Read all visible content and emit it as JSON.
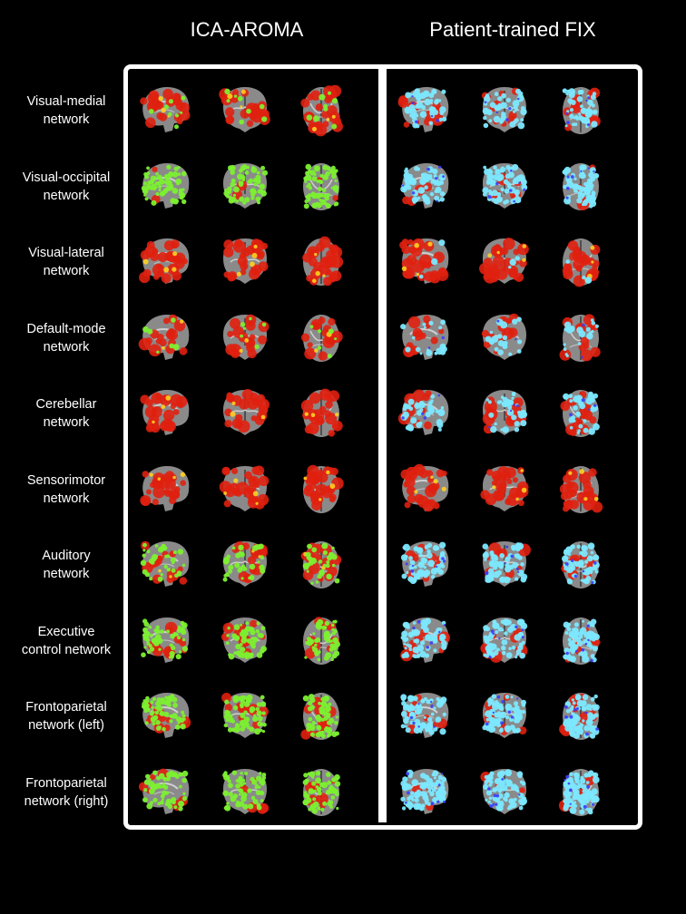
{
  "figure": {
    "column_titles": [
      "ICA-AROMA",
      "Patient-trained FIX"
    ],
    "rows": [
      {
        "label": [
          "Visual-medial",
          "network"
        ],
        "left": {
          "red": 0.55,
          "green": 0.1,
          "cyan": 0.0
        },
        "right": {
          "red": 0.25,
          "green": 0.0,
          "cyan": 0.45
        }
      },
      {
        "label": [
          "Visual-occipital",
          "network"
        ],
        "left": {
          "red": 0.05,
          "green": 0.75,
          "cyan": 0.0
        },
        "right": {
          "red": 0.1,
          "green": 0.0,
          "cyan": 0.7
        }
      },
      {
        "label": [
          "Visual-lateral",
          "network"
        ],
        "left": {
          "red": 0.65,
          "green": 0.0,
          "cyan": 0.0
        },
        "right": {
          "red": 0.65,
          "green": 0.0,
          "cyan": 0.03
        }
      },
      {
        "label": [
          "Default-mode",
          "network"
        ],
        "left": {
          "red": 0.4,
          "green": 0.08,
          "cyan": 0.0
        },
        "right": {
          "red": 0.3,
          "green": 0.0,
          "cyan": 0.2
        }
      },
      {
        "label": [
          "Cerebellar",
          "network"
        ],
        "left": {
          "red": 0.55,
          "green": 0.0,
          "cyan": 0.0
        },
        "right": {
          "red": 0.3,
          "green": 0.0,
          "cyan": 0.35
        }
      },
      {
        "label": [
          "Sensorimotor",
          "network"
        ],
        "left": {
          "red": 0.6,
          "green": 0.0,
          "cyan": 0.0
        },
        "right": {
          "red": 0.6,
          "green": 0.0,
          "cyan": 0.0
        }
      },
      {
        "label": [
          "Auditory",
          "network"
        ],
        "left": {
          "red": 0.35,
          "green": 0.4,
          "cyan": 0.0
        },
        "right": {
          "red": 0.2,
          "green": 0.0,
          "cyan": 0.55
        }
      },
      {
        "label": [
          "Executive",
          "control network"
        ],
        "left": {
          "red": 0.25,
          "green": 0.6,
          "cyan": 0.0
        },
        "right": {
          "red": 0.2,
          "green": 0.0,
          "cyan": 0.65
        }
      },
      {
        "label": [
          "Frontoparietal",
          "network (left)"
        ],
        "left": {
          "red": 0.25,
          "green": 0.7,
          "cyan": 0.0
        },
        "right": {
          "red": 0.2,
          "green": 0.0,
          "cyan": 0.75
        }
      },
      {
        "label": [
          "Frontoparietal",
          "network (right)"
        ],
        "left": {
          "red": 0.15,
          "green": 0.7,
          "cyan": 0.0
        },
        "right": {
          "red": 0.1,
          "green": 0.0,
          "cyan": 0.8
        }
      }
    ]
  },
  "colors": {
    "background": "#000000",
    "frame": "#ffffff",
    "brain_base": "#8a8a8a",
    "red_overlay": "#e02010",
    "yellow_overlay": "#ffd020",
    "green_overlay": "#7cf030",
    "cyan_overlay": "#7ce8ff",
    "blue_overlay": "#3a3aff"
  }
}
